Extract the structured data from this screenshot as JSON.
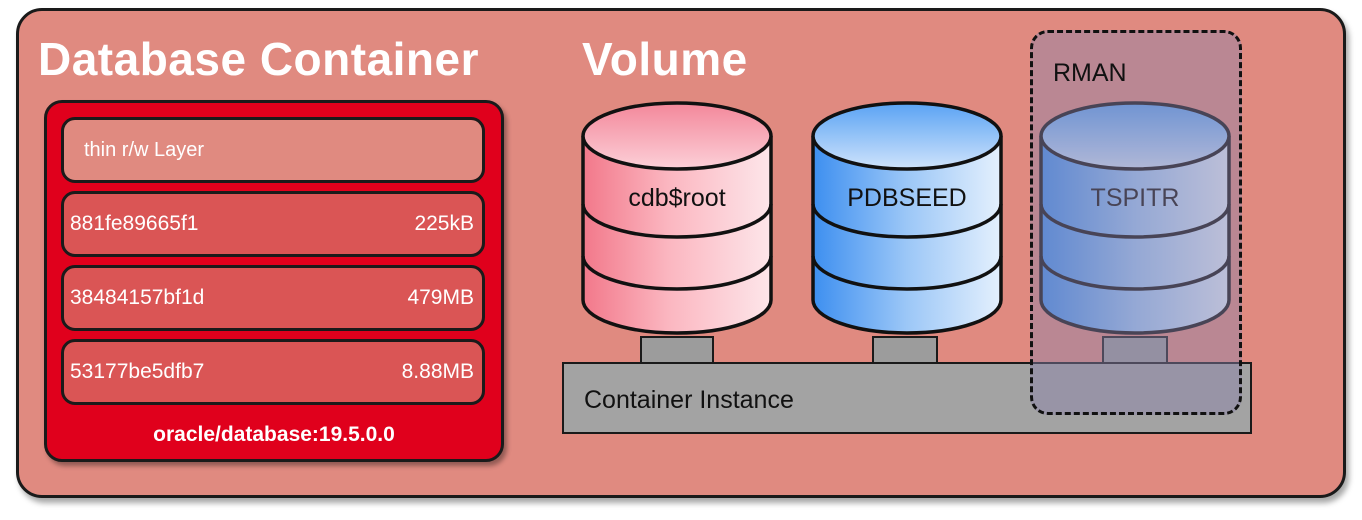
{
  "diagram": {
    "container_title": "Database Container",
    "volume_title": "Volume",
    "image": {
      "name": "oracle/database:19.5.0.0",
      "thin_layer": "thin r/w Layer",
      "layers": [
        {
          "id": "881fe89665f1",
          "size": "225kB"
        },
        {
          "id": "38484157bf1d",
          "size": "479MB"
        },
        {
          "id": "53177be5dfb7",
          "size": "8.88MB"
        }
      ]
    },
    "databases": [
      {
        "label": "cdb$root",
        "color": "pink"
      },
      {
        "label": "PDBSEED",
        "color": "blue"
      },
      {
        "label": "TSPITR",
        "color": "blue"
      }
    ],
    "instance_label": "Container Instance",
    "rman_label": "RMAN",
    "colors": {
      "background": "#e08a80",
      "image_box": "#e0001c",
      "layer": "#da5555",
      "instance": "#a3a3a3"
    }
  }
}
